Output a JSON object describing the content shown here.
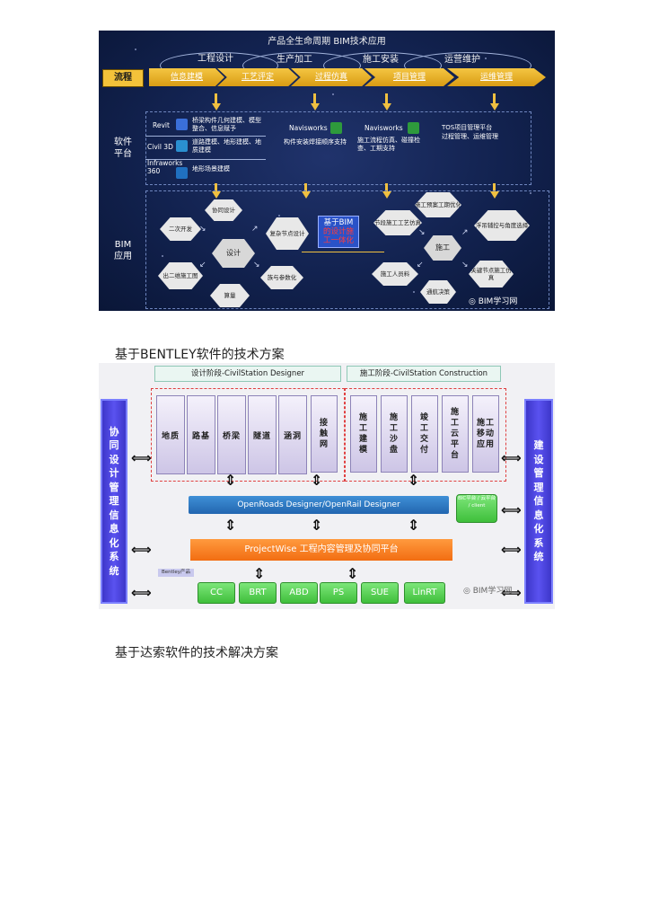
{
  "figure1": {
    "title": "产品全生命周期 BIM技术应用",
    "phases": [
      "工程设计",
      "生产加工",
      "施工安装",
      "运营维护"
    ],
    "flow_label": "流程",
    "flow_steps": [
      "信息建模",
      "工艺评定",
      "过程仿真",
      "项目管理",
      "运维管理"
    ],
    "software_label_line1": "软件",
    "software_label_line2": "平台",
    "software": [
      {
        "name": "Revit",
        "desc": "桥梁构件几何建模、模型整合、信息赋予"
      },
      {
        "name": "Civil 3D",
        "desc": "道路建模、地形建模、地质建模"
      },
      {
        "name": "Infraworks 360",
        "desc": "地形场景建模"
      },
      {
        "name": "Navisworks",
        "desc": "构件安装焊接顺序支持"
      },
      {
        "name": "Navisworks",
        "desc": "施工流程仿真、碰撞检查、工期支持"
      },
      {
        "name": "TOS项目管理平台",
        "desc": "过程管理、运维管理"
      }
    ],
    "bim_label_line1": "BIM",
    "bim_label_line2": "应用",
    "design_nodes": [
      "协同设计",
      "二次开发",
      "设计",
      "复杂节点设计",
      "出二维施工图",
      "算量",
      "族与参数化"
    ],
    "banner_line1": "基于BIM",
    "banner_line2": "的设计施",
    "banner_line3": "工一体化",
    "construction_nodes": [
      "施工预案工期优化",
      "节段施工工艺仿真",
      "施工",
      "浮吊辅控与角度选择",
      "施工人员料",
      "关键节点施工仿真",
      "通航决策"
    ],
    "watermark": "BIM学习网"
  },
  "caption1": "基于BENTLEY软件的技术方案",
  "figure2": {
    "design_phase": "设计阶段-CivilStation Designer",
    "construction_phase": "施工阶段-CivilStation Construction",
    "design_modules": [
      "地质",
      "路基",
      "桥梁",
      "隧道",
      "涵洞",
      "接触网"
    ],
    "construction_modules": [
      "施工建模",
      "施工沙盘",
      "竣工交付",
      "施工云平台",
      "施工移动应用"
    ],
    "left_bar": [
      "协",
      "同",
      "设",
      "计",
      "管",
      "理",
      "信",
      "息",
      "化",
      "系",
      "统"
    ],
    "right_bar": [
      "建",
      "设",
      "管",
      "理",
      "信",
      "息",
      "化",
      "系",
      "统"
    ],
    "openroads": "OpenRoads Designer/OpenRail Designer",
    "projectwise": "ProjectWise 工程内容管理及协同平台",
    "bentley_tag": "Bentley产品",
    "green_small": "BIC平台 / 云平台 / client",
    "products": [
      "CC",
      "BRT",
      "ABD",
      "PS",
      "SUE",
      "LinRT"
    ],
    "watermark": "BIM学习网"
  },
  "caption2": "基于达索软件的技术解决方案"
}
